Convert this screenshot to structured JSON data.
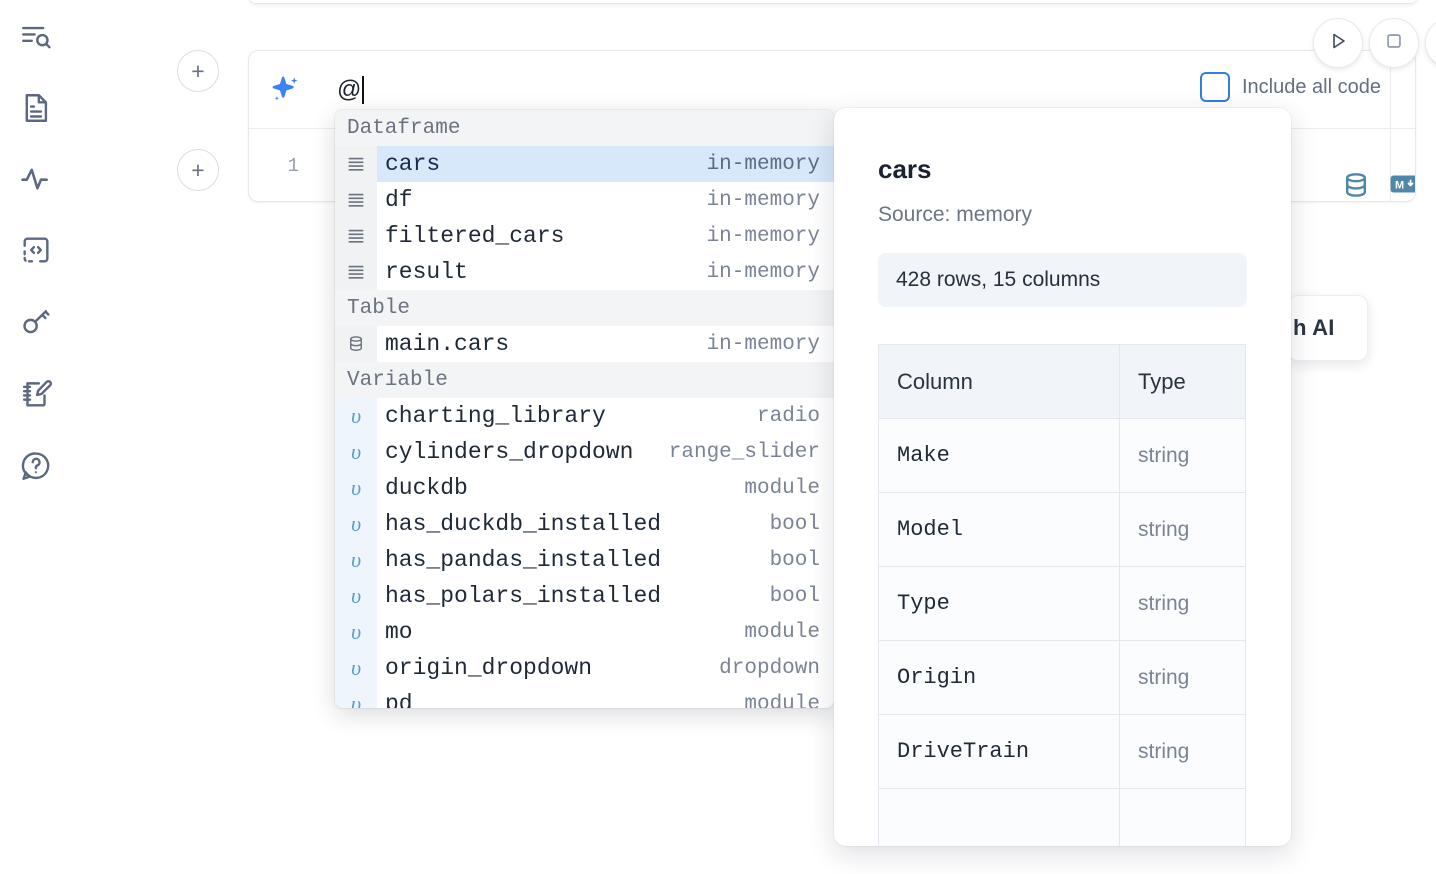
{
  "sidebar": {
    "items": [
      {
        "name": "explore-search-icon",
        "label": "Explore"
      },
      {
        "name": "file-document-icon",
        "label": "Files"
      },
      {
        "name": "activity-pulse-icon",
        "label": "Activity"
      },
      {
        "name": "code-brackets-icon",
        "label": "Snippets"
      },
      {
        "name": "key-icon",
        "label": "Secrets"
      },
      {
        "name": "notebook-edit-icon",
        "label": "Scratchpad"
      },
      {
        "name": "help-question-icon",
        "label": "Help"
      }
    ]
  },
  "cell": {
    "add_button_label": "+",
    "line_number": "1",
    "prompt_value": "@",
    "sparkle_icon": "ai-sparkle-icon",
    "database_icon": "database-icon",
    "markdown_icon": "markdown-icon"
  },
  "controls": {
    "run_label": "▷",
    "stop_label": "□",
    "include_all_code_label": "Include all code",
    "include_all_code_checked": false
  },
  "ai_card": {
    "label": "h AI"
  },
  "autocomplete": {
    "groups": [
      {
        "title": "Dataframe",
        "icon": "dataframe-icon",
        "icon_kind": "df",
        "items": [
          {
            "name": "cars",
            "meta": "in-memory",
            "selected": true
          },
          {
            "name": "df",
            "meta": "in-memory",
            "selected": false
          },
          {
            "name": "filtered_cars",
            "meta": "in-memory",
            "selected": false
          },
          {
            "name": "result",
            "meta": "in-memory",
            "selected": false
          }
        ]
      },
      {
        "title": "Table",
        "icon": "table-database-icon",
        "icon_kind": "tbl",
        "items": [
          {
            "name": "main.cars",
            "meta": "in-memory",
            "selected": false
          }
        ]
      },
      {
        "title": "Variable",
        "icon": "variable-icon",
        "icon_kind": "var",
        "items": [
          {
            "name": "charting_library",
            "meta": "radio",
            "selected": false
          },
          {
            "name": "cylinders_dropdown",
            "meta": "range_slider",
            "selected": false
          },
          {
            "name": "duckdb",
            "meta": "module",
            "selected": false
          },
          {
            "name": "has_duckdb_installed",
            "meta": "bool",
            "selected": false
          },
          {
            "name": "has_pandas_installed",
            "meta": "bool",
            "selected": false
          },
          {
            "name": "has_polars_installed",
            "meta": "bool",
            "selected": false
          },
          {
            "name": "mo",
            "meta": "module",
            "selected": false
          },
          {
            "name": "origin_dropdown",
            "meta": "dropdown",
            "selected": false
          },
          {
            "name": "pd",
            "meta": "module",
            "selected": false
          }
        ]
      }
    ]
  },
  "detail": {
    "title": "cars",
    "source": "Source: memory",
    "shape": "428 rows, 15 columns",
    "columns_header": "Column",
    "type_header": "Type",
    "rows": [
      {
        "column": "Make",
        "type": "string"
      },
      {
        "column": "Model",
        "type": "string"
      },
      {
        "column": "Type",
        "type": "string"
      },
      {
        "column": "Origin",
        "type": "string"
      },
      {
        "column": "DriveTrain",
        "type": "string"
      },
      {
        "column": "",
        "type": ""
      }
    ]
  },
  "colors": {
    "accent_blue": "#2f7fe0",
    "selection_blue": "#d6e8f9",
    "icon_gray": "#5b6880",
    "toolbar_icon": "#4f87a8"
  }
}
